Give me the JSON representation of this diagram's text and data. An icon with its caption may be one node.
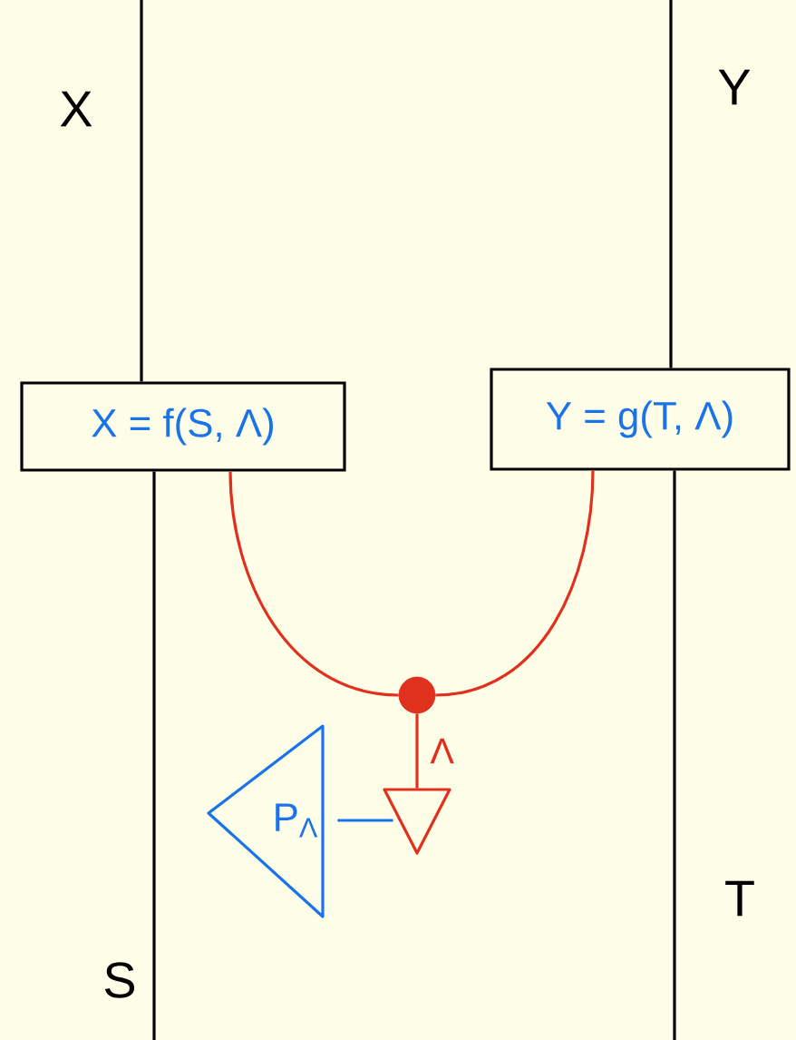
{
  "diagram": {
    "nodes": [
      {
        "text": [
          "X = f(S, Λ)"
        ]
      },
      {
        "text": [
          "Y = g(T, Λ)"
        ]
      },
      {
        "text": [],
        "shape": "circle"
      },
      {
        "text": [],
        "shape": "triangle"
      },
      {
        "text": [
          "P$_{Λ}$"
        ]
      }
    ],
    "edges": [
      {
        "from": 0,
        "to": 2,
        "arrow": "none",
        "color": "#e0301e"
      },
      {
        "from": 1,
        "to": 2,
        "arrow": "none",
        "color": "#e0301e"
      },
      {
        "from": 2,
        "to": 3,
        "arrow": "none",
        "label": "Λ",
        "color": "#e0301e"
      },
      {
        "from": 4,
        "to": 3,
        "arrow": "none",
        "color": "#1a73e8"
      },
      {
        "from": null,
        "to": 0,
        "arrow": "none"
      },
      {
        "from": 0,
        "to": null,
        "arrow": "none"
      },
      {
        "from": null,
        "to": 1,
        "arrow": "none"
      },
      {
        "from": 1,
        "to": null,
        "arrow": "none"
      }
    ],
    "labels": [
      "X",
      "Y",
      "S",
      "T"
    ]
  }
}
